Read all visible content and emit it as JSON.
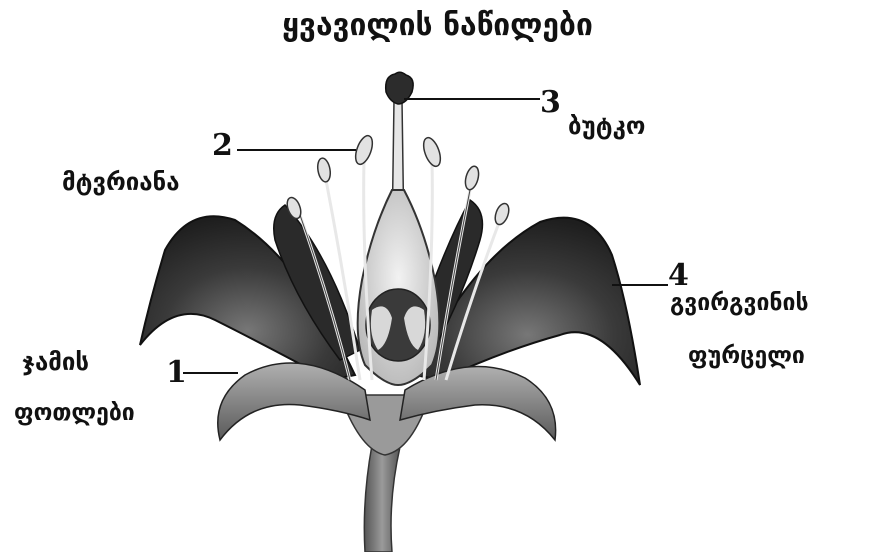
{
  "title": "ყვავილის ნაწილები",
  "callouts": [
    {
      "number": "1",
      "label_lines": [
        "ჯამის",
        "ფოთლები"
      ]
    },
    {
      "number": "2",
      "label_lines": [
        "მტვრიანა"
      ]
    },
    {
      "number": "3",
      "label_lines": [
        "ბუტკო"
      ]
    },
    {
      "number": "4",
      "label_lines": [
        "გვირგვინის",
        "ფურცელი"
      ]
    }
  ],
  "colors": {
    "petal_dark": "#2c2c2c",
    "petal_light": "#6a6a6a",
    "sepal": "#8a8a8a",
    "pistil": "#d6d6d6",
    "stamen": "#e8e8e8",
    "ink": "#111111"
  }
}
